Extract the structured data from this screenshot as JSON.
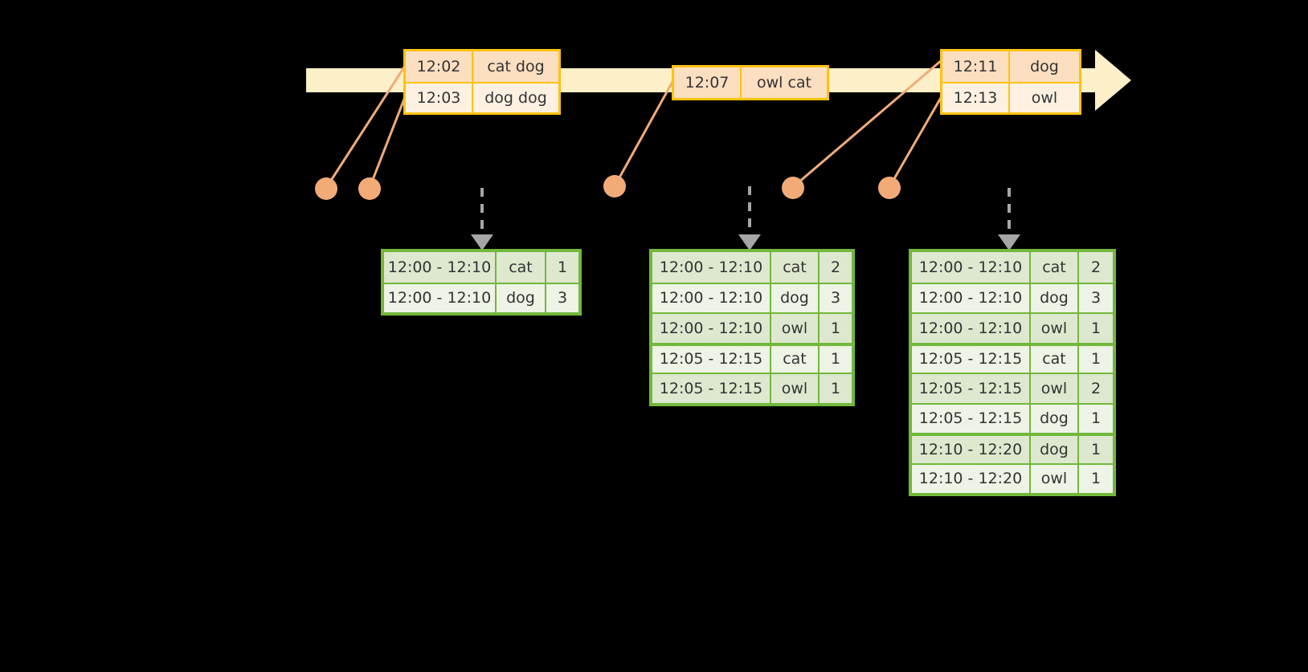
{
  "colors": {
    "background": "#000000",
    "timeline_bar": "#FDEFC8",
    "event_border": "#FFC20E",
    "event_fill": "#FEF1E2",
    "event_fill_shaded": "#FCDEC0",
    "connector": "#F0AC78",
    "dot": "#F2AB77",
    "table_border": "#72B83C",
    "table_fill": "#EDF3E5",
    "table_fill_shaded": "#DDE8CF",
    "arrow_gray": "#A6A6A6",
    "text": "#333333"
  },
  "timeline": {
    "name": "event-stream-timeline",
    "direction_arrow": "right-arrow",
    "event_groups": [
      {
        "id": "group-1",
        "rows": [
          {
            "time": "12:02",
            "text": "cat dog"
          },
          {
            "time": "12:03",
            "text": "dog dog"
          }
        ]
      },
      {
        "id": "group-2",
        "rows": [
          {
            "time": "12:07",
            "text": "owl cat"
          }
        ]
      },
      {
        "id": "group-3",
        "rows": [
          {
            "time": "12:11",
            "text": "dog"
          },
          {
            "time": "12:13",
            "text": "owl"
          }
        ]
      }
    ],
    "processing_dots": [
      {
        "id": "dot-1"
      },
      {
        "id": "dot-2"
      },
      {
        "id": "dot-3"
      },
      {
        "id": "dot-4"
      },
      {
        "id": "dot-5"
      }
    ]
  },
  "result_tables": [
    {
      "id": "result-table-1",
      "columns": [
        "window",
        "key",
        "count"
      ],
      "rows": [
        {
          "window": "12:00 - 12:10",
          "key": "cat",
          "count": "1",
          "shaded": true,
          "group_break": false
        },
        {
          "window": "12:00 - 12:10",
          "key": "dog",
          "count": "3",
          "shaded": false,
          "group_break": false
        }
      ]
    },
    {
      "id": "result-table-2",
      "columns": [
        "window",
        "key",
        "count"
      ],
      "rows": [
        {
          "window": "12:00 - 12:10",
          "key": "cat",
          "count": "2",
          "shaded": true,
          "group_break": false
        },
        {
          "window": "12:00 - 12:10",
          "key": "dog",
          "count": "3",
          "shaded": false,
          "group_break": false
        },
        {
          "window": "12:00 - 12:10",
          "key": "owl",
          "count": "1",
          "shaded": true,
          "group_break": false
        },
        {
          "window": "12:05 - 12:15",
          "key": "cat",
          "count": "1",
          "shaded": false,
          "group_break": true
        },
        {
          "window": "12:05 - 12:15",
          "key": "owl",
          "count": "1",
          "shaded": true,
          "group_break": false
        }
      ]
    },
    {
      "id": "result-table-3",
      "columns": [
        "window",
        "key",
        "count"
      ],
      "rows": [
        {
          "window": "12:00 - 12:10",
          "key": "cat",
          "count": "2",
          "shaded": true,
          "group_break": false
        },
        {
          "window": "12:00 - 12:10",
          "key": "dog",
          "count": "3",
          "shaded": false,
          "group_break": false
        },
        {
          "window": "12:00 - 12:10",
          "key": "owl",
          "count": "1",
          "shaded": true,
          "group_break": false
        },
        {
          "window": "12:05 - 12:15",
          "key": "cat",
          "count": "1",
          "shaded": false,
          "group_break": true
        },
        {
          "window": "12:05 - 12:15",
          "key": "owl",
          "count": "2",
          "shaded": true,
          "group_break": false
        },
        {
          "window": "12:05 - 12:15",
          "key": "dog",
          "count": "1",
          "shaded": false,
          "group_break": false
        },
        {
          "window": "12:10 - 12:20",
          "key": "dog",
          "count": "1",
          "shaded": true,
          "group_break": true
        },
        {
          "window": "12:10 - 12:20",
          "key": "owl",
          "count": "1",
          "shaded": false,
          "group_break": false
        }
      ]
    }
  ]
}
